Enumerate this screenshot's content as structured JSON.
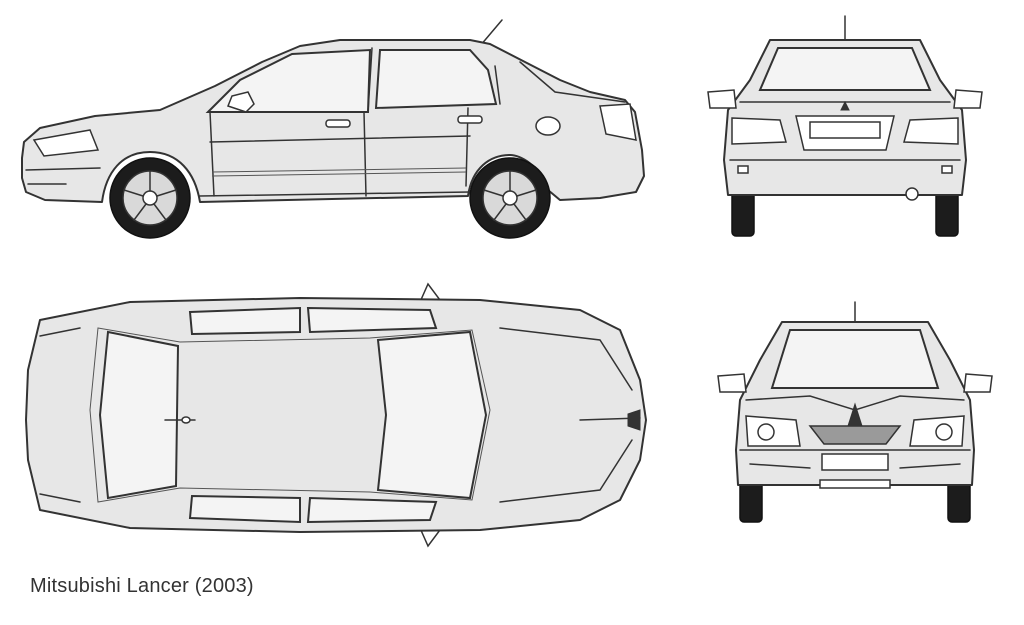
{
  "caption": "Mitsubishi Lancer (2003)",
  "views": [
    {
      "name": "side-view"
    },
    {
      "name": "rear-view"
    },
    {
      "name": "top-view"
    },
    {
      "name": "front-view"
    }
  ],
  "colors": {
    "body_fill": "#e7e7e7",
    "outline": "#333333",
    "tire": "#1c1c1c"
  }
}
